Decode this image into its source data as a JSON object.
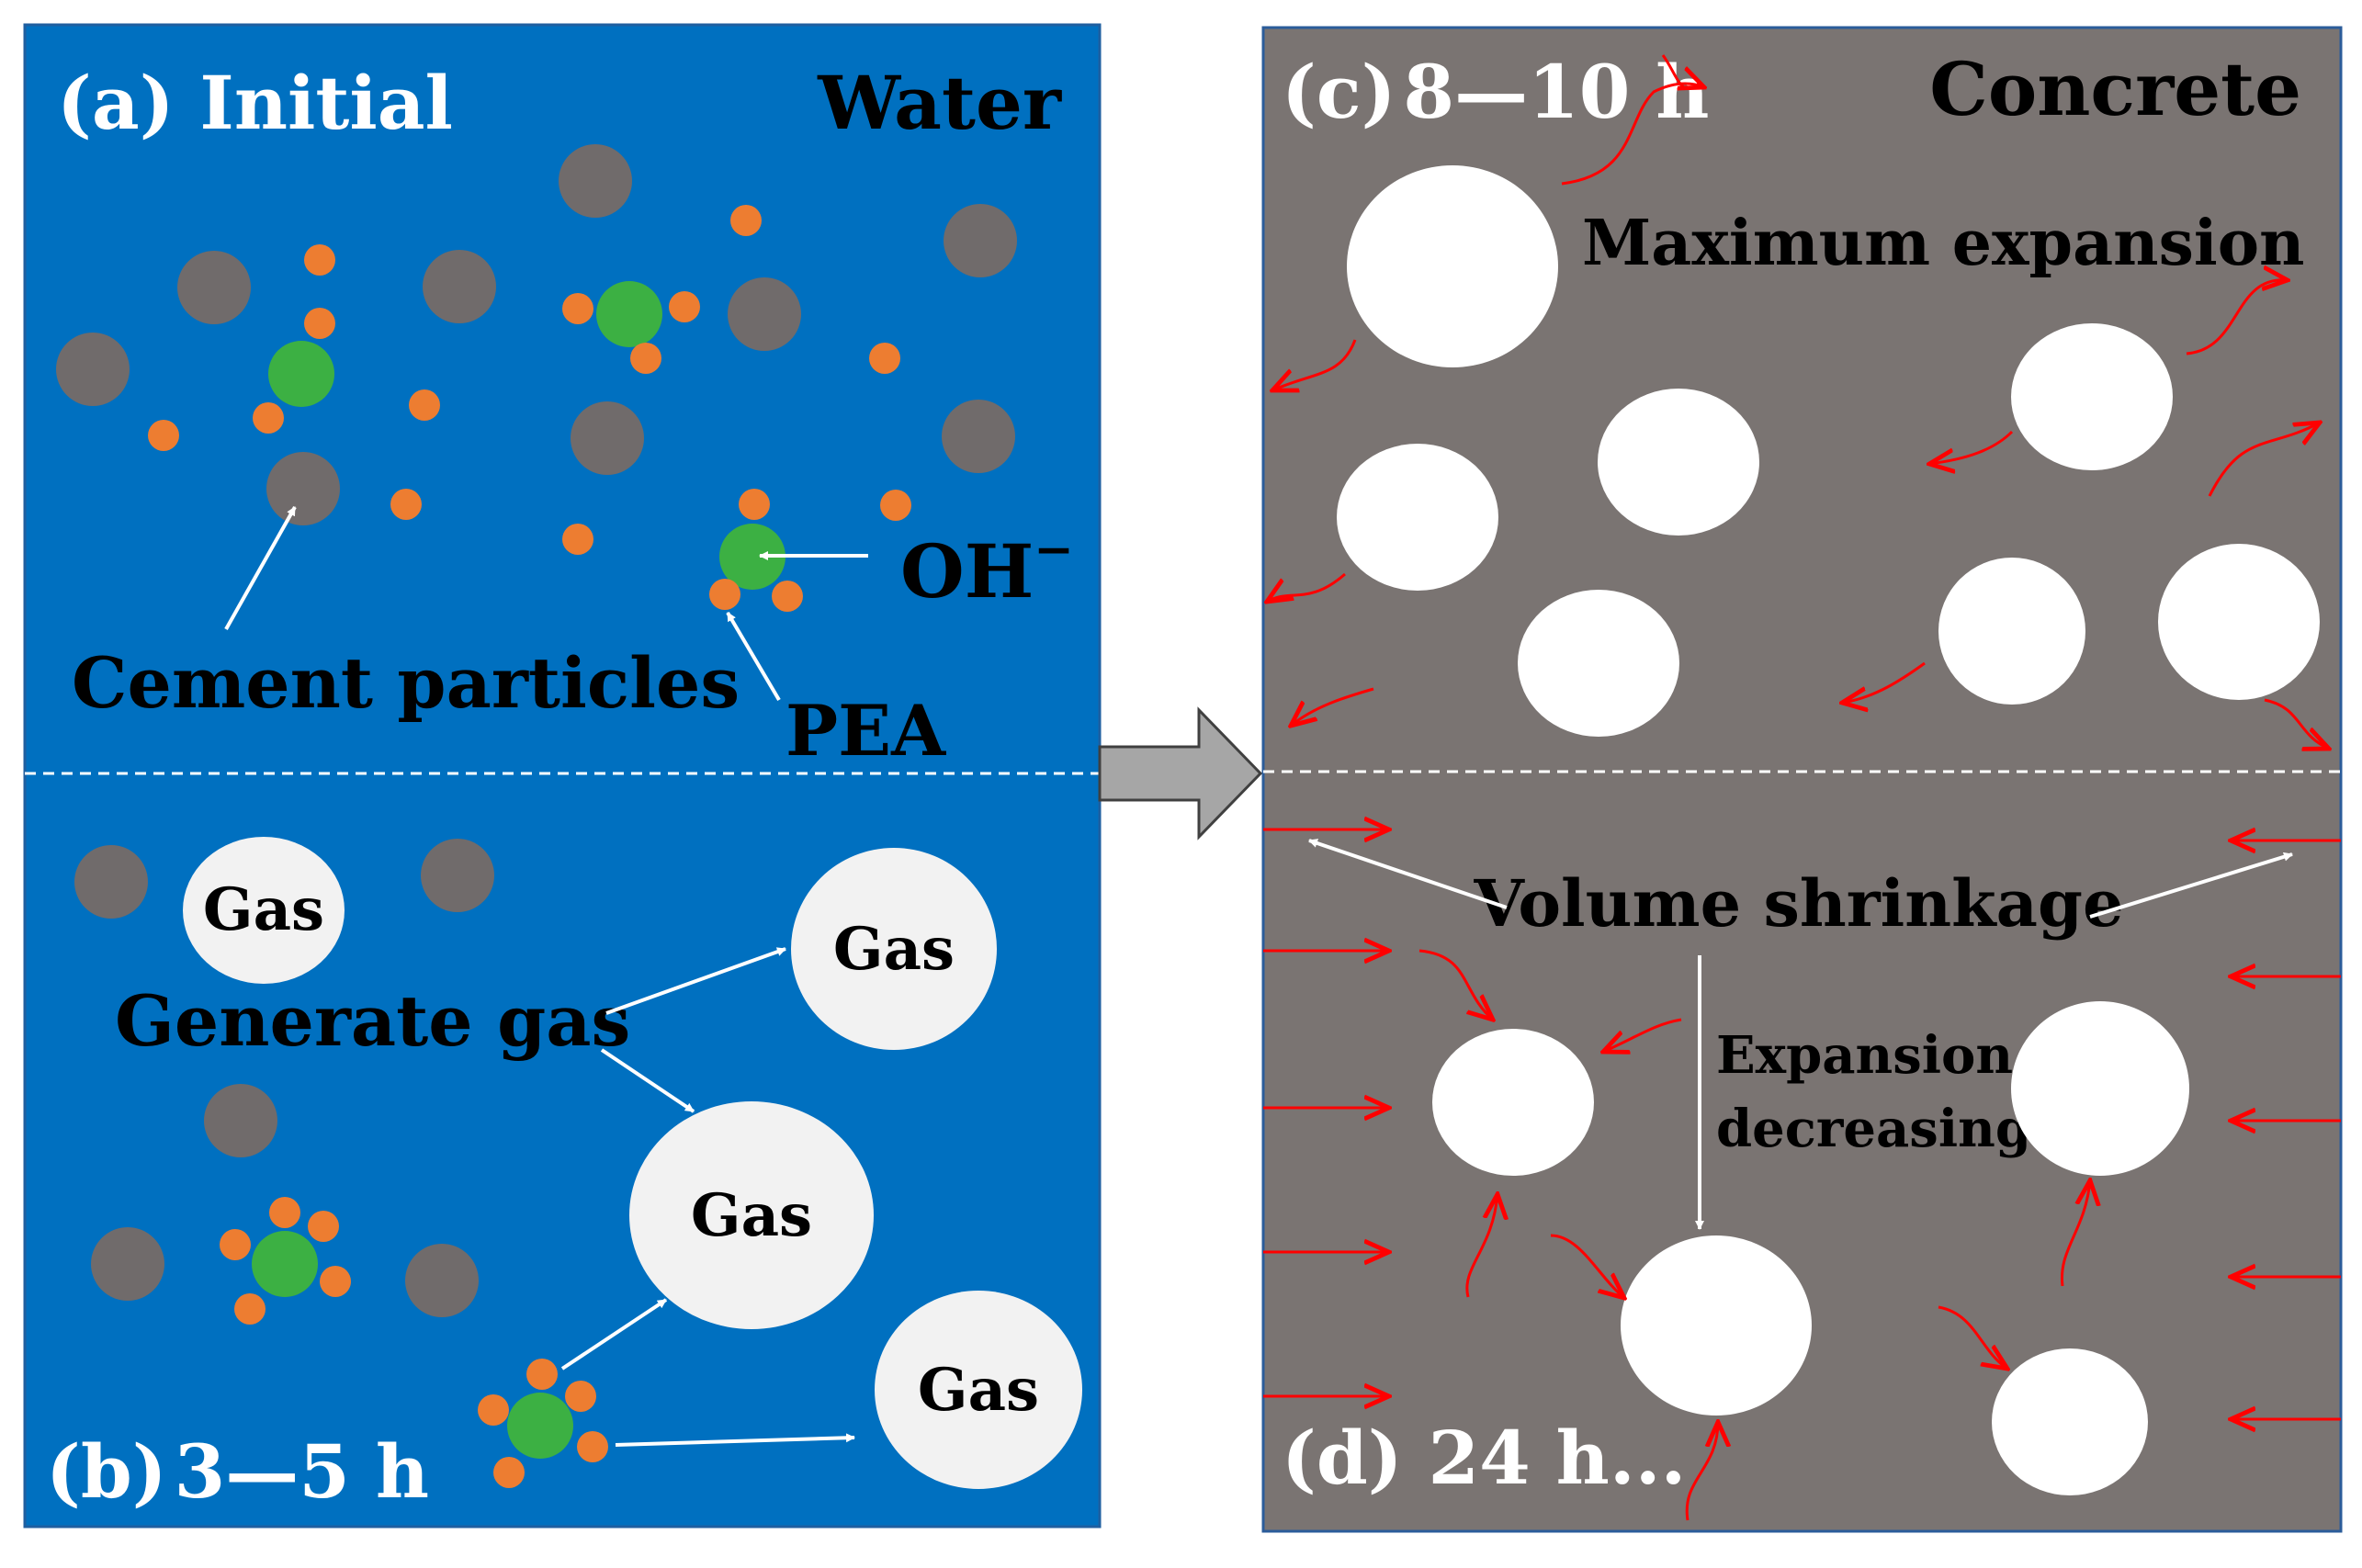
{
  "colors": {
    "water": "#0070C0",
    "water_border": "#1F5FA0",
    "concrete": "#7A7472",
    "concrete_border": "#2B5C9A",
    "cement": "#706B6B",
    "pea": "#ED7D31",
    "oh": "#3CB043",
    "gas": "#F2F2F2",
    "pore": "#FFFFFF",
    "force": "#FF0000",
    "divider": "#FFFFFF",
    "connector": "#A6A6A6"
  },
  "panel_a": {
    "label": "(a) Initial",
    "medium": "Water"
  },
  "panel_b": {
    "label_prefix": "(b)",
    "label_time": "3—5 h"
  },
  "panel_c": {
    "label_prefix": "(c)",
    "label_time": "8—10 h",
    "medium": "Concrete"
  },
  "panel_d": {
    "label": "(d) 24 h..."
  },
  "legend": {
    "cement": "Cement particles",
    "oh": "OH",
    "oh_sup": "−",
    "pea": "PEA"
  },
  "annotations": {
    "generate_gas": "Generate gas",
    "gas": "Gas",
    "max_expansion": "Maximum expansion",
    "volume_shrinkage": "Volume shrinkage",
    "expansion_line1": "Expansion",
    "expansion_line2": "decreasing"
  }
}
